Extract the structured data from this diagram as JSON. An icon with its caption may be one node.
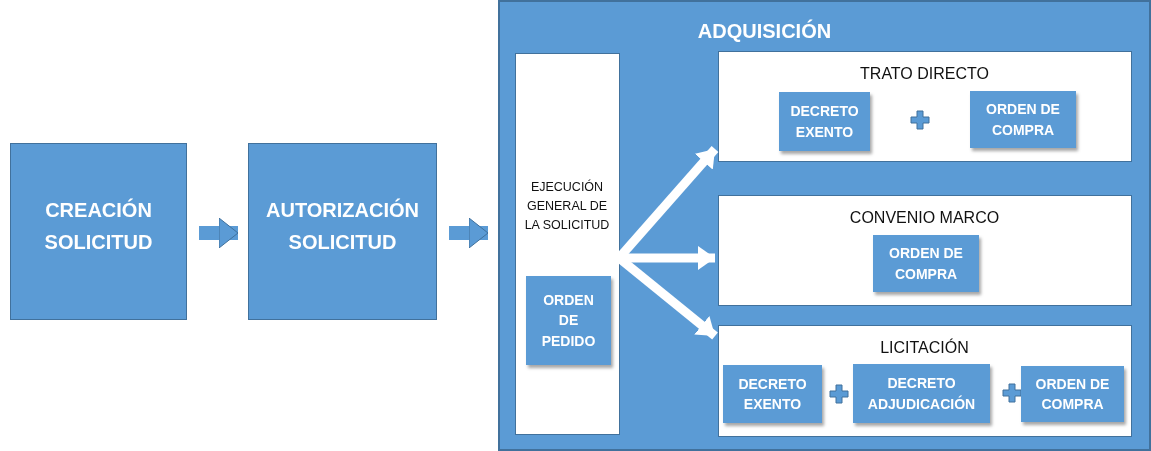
{
  "diagram": {
    "nodes": [
      {
        "text": [
          "CREACIÓN SOLICITUD"
        ]
      },
      {
        "text": [
          "AUTORIZACIÓN SOLICITUD"
        ]
      },
      {
        "text": [
          "ADQUISICIÓN"
        ]
      },
      {
        "text": [
          "EJECUCIÓN GENERAL DE LA SOLICITUD"
        ],
        "in": 2
      },
      {
        "text": [
          "ORDEN DE PEDIDO"
        ],
        "in": 3
      },
      {
        "text": [
          "TRATO DIRECTO"
        ],
        "in": 2
      },
      {
        "text": [
          "DECRETO EXENTO"
        ],
        "in": 5
      },
      {
        "text": [
          "ORDEN DE COMPRA"
        ],
        "in": 5
      },
      {
        "text": [
          "CONVENIO MARCO"
        ],
        "in": 2
      },
      {
        "text": [
          "ORDEN DE COMPRA"
        ],
        "in": 8
      },
      {
        "text": [
          "LICITACIÓN"
        ],
        "in": 2
      },
      {
        "text": [
          "DECRETO EXENTO"
        ],
        "in": 10
      },
      {
        "text": [
          "DECRETO ADJUDICACIÓN"
        ],
        "in": 10
      },
      {
        "text": [
          "ORDEN DE COMPRA"
        ],
        "in": 10
      }
    ],
    "edges": [
      {
        "from": 0,
        "to": 1,
        "arrow": "to",
        "color": "#5b9bd5"
      },
      {
        "from": 1,
        "to": 2,
        "arrow": "to",
        "color": "#5b9bd5"
      },
      {
        "from": 3,
        "to": 5,
        "arrow": "to"
      },
      {
        "from": 3,
        "to": 8,
        "arrow": "to"
      },
      {
        "from": 3,
        "to": 10,
        "arrow": "to"
      }
    ]
  }
}
